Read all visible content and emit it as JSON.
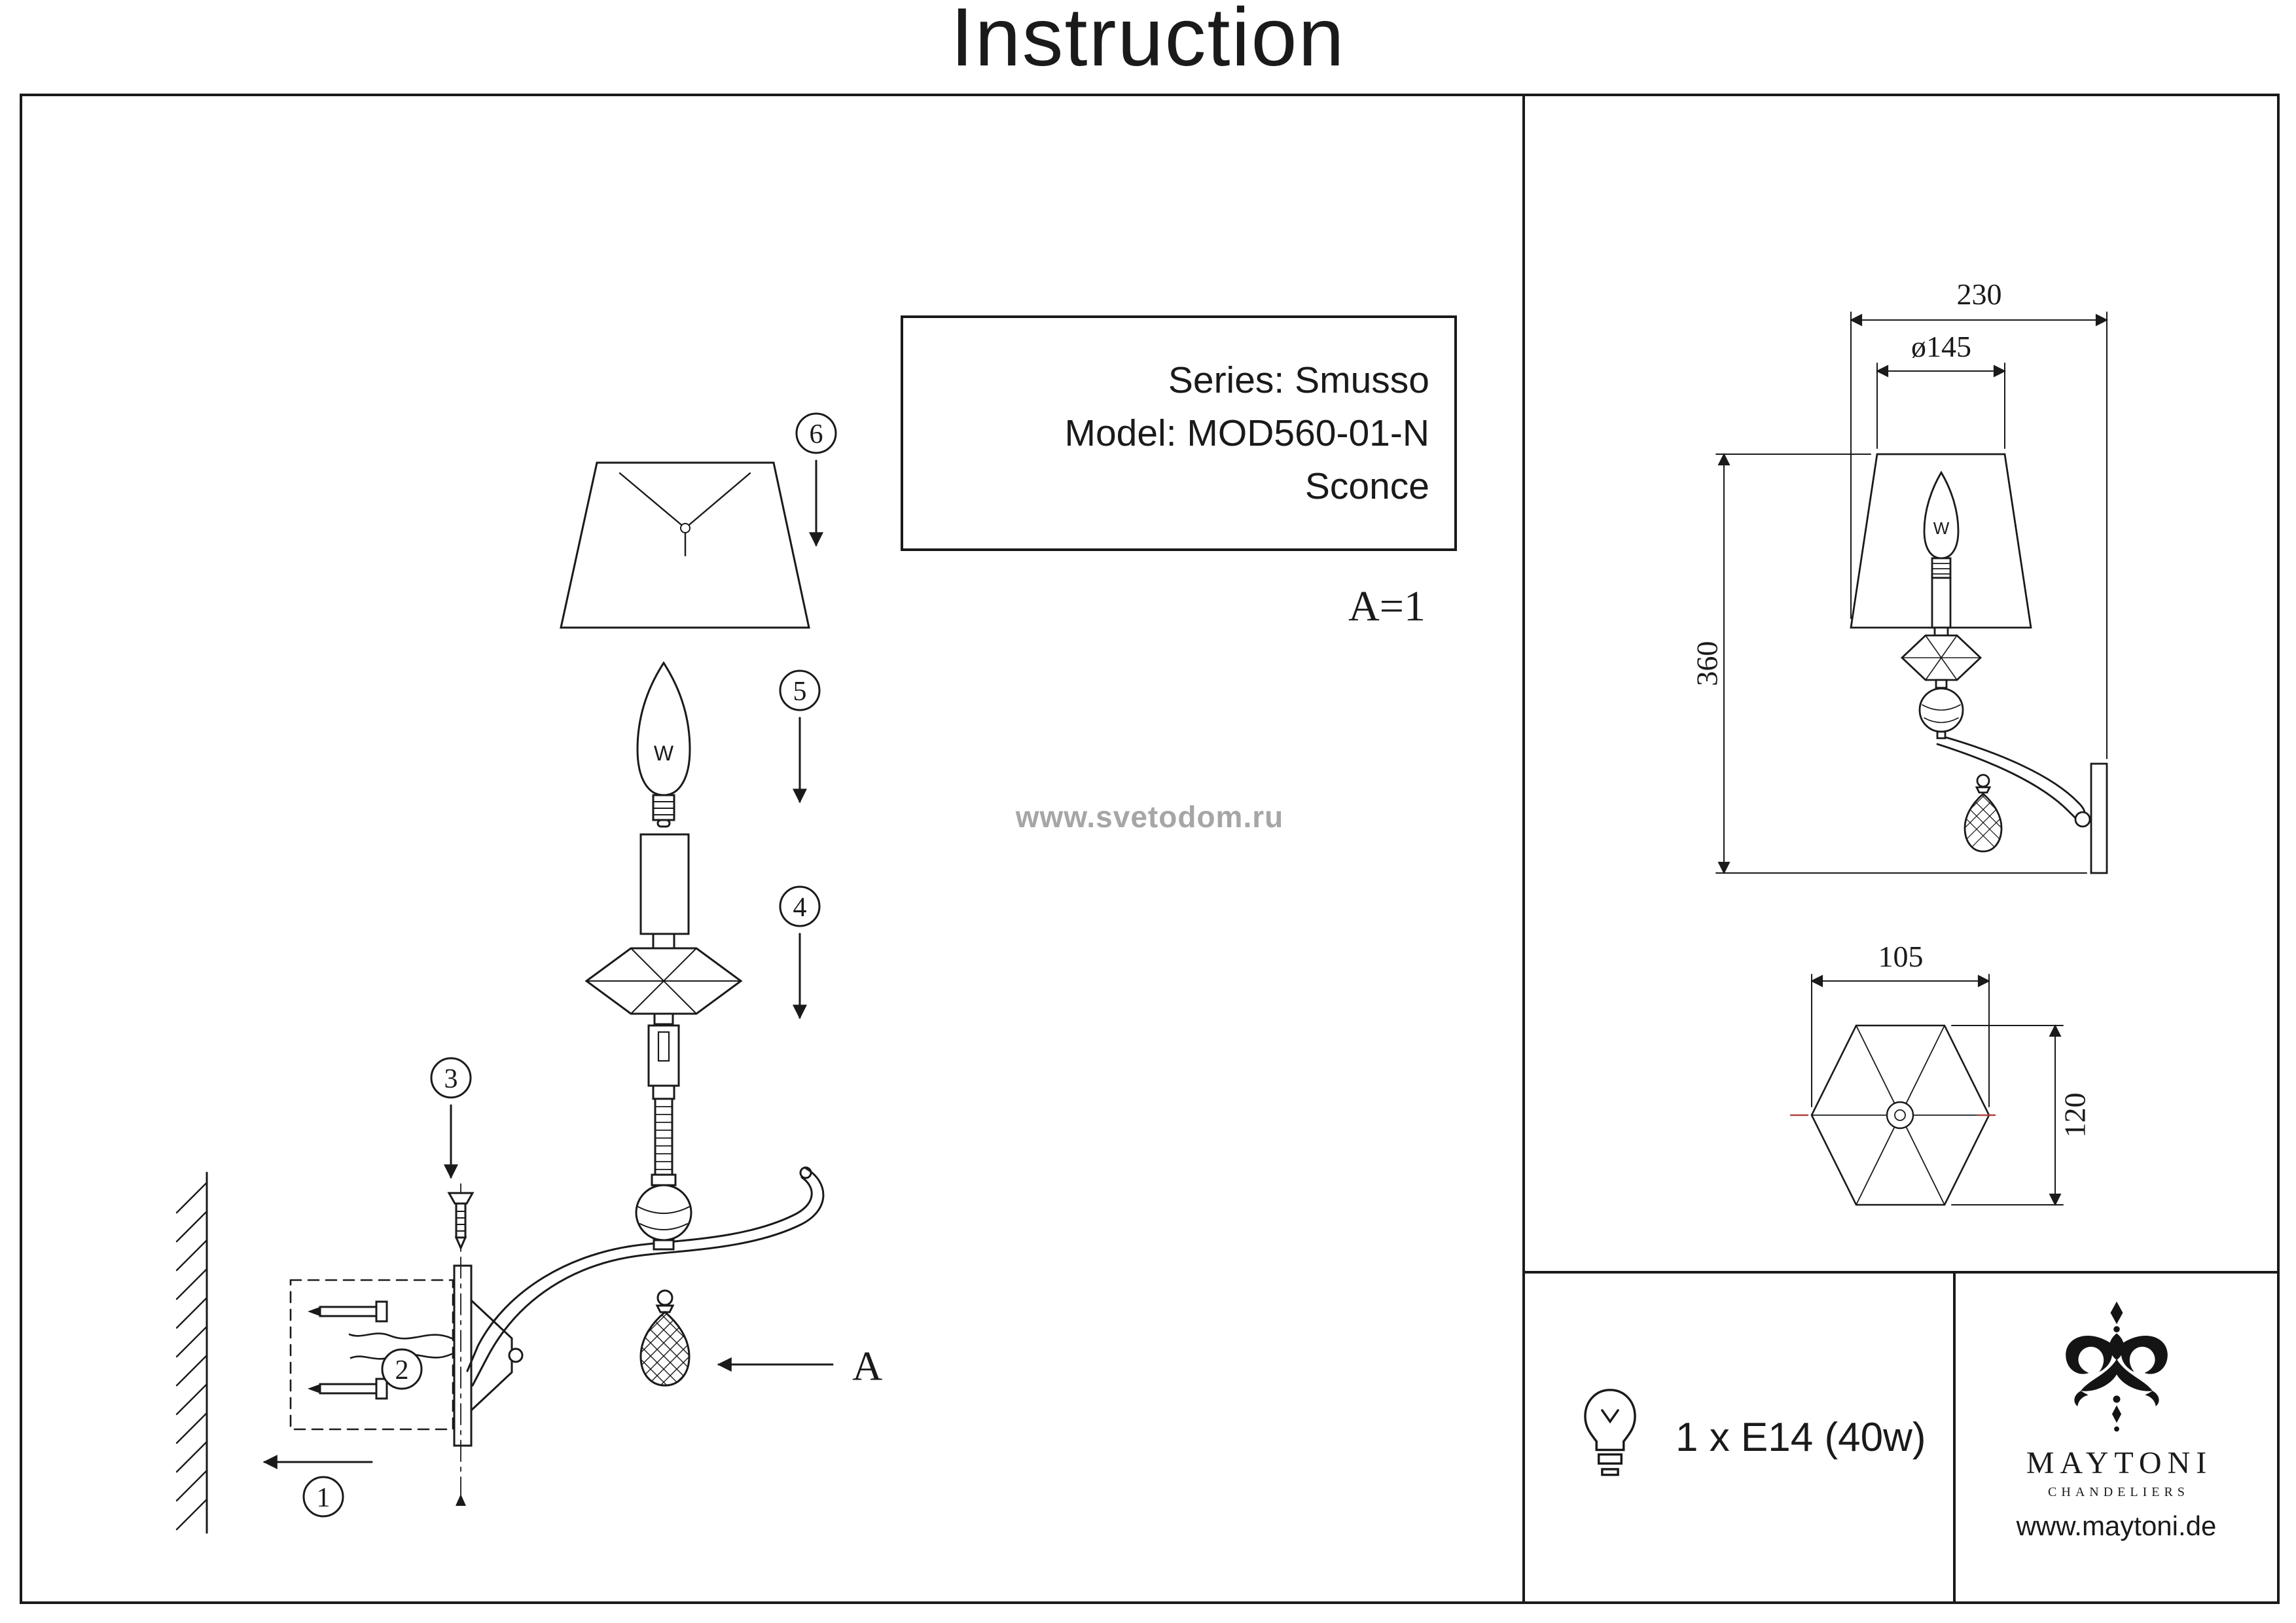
{
  "title": "Instruction",
  "info_box": {
    "series": "Series: Smusso",
    "model": "Model: MOD560-01-N",
    "type": "Sconce"
  },
  "scale_note": "A=1",
  "watermark": "www.svetodom.ru",
  "assembly": {
    "steps": [
      "1",
      "2",
      "3",
      "4",
      "5",
      "6"
    ],
    "detail_label": "A",
    "bulb_marking": "W"
  },
  "dimensions": {
    "width": "230",
    "shade_diameter": "ø145",
    "height": "360",
    "base_width": "105",
    "base_depth": "120"
  },
  "spec": {
    "bulb": "1 x E14 (40w)"
  },
  "brand": {
    "name": "MAYTONI",
    "subtitle": "CHANDELIERS",
    "website": "www.maytoni.de"
  },
  "colors": {
    "line": "#1a1a1a",
    "watermark_gray": "#a6a6a6",
    "centermark_red": "#b0413e"
  }
}
